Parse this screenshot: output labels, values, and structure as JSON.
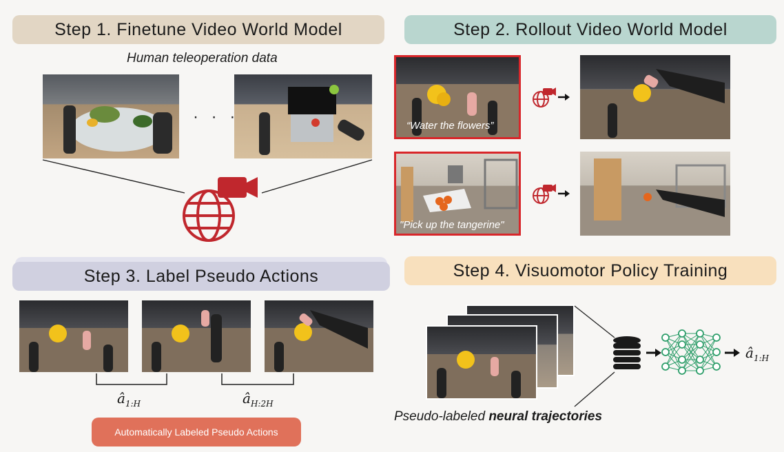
{
  "step1": {
    "title": "Step 1. Finetune Video World Model",
    "caption": "Human teleoperation data",
    "ellipsis": "· · ·",
    "header_color": "#e2d6c4"
  },
  "step2": {
    "title": "Step 2. Rollout Video World Model",
    "prompt1": "“Water the flowers”",
    "prompt2": "\"Pick up the tangerine\"",
    "header_color": "#b9d6cf",
    "frame_color": "#d8262a"
  },
  "step3": {
    "title": "Step 3. Label Pseudo Actions",
    "label1_base": "â",
    "label1_sub": "1:H",
    "label2_base": "â",
    "label2_sub": "H:2H",
    "pill_text": "Automatically Labeled Pseudo Actions",
    "header_color": "#d0d0e0",
    "pill_color": "#e0715a"
  },
  "step4": {
    "title": "Step 4. Visuomotor Policy Training",
    "output_base": "â",
    "output_sub": "1:H",
    "caption_prefix": "Pseudo-labeled ",
    "caption_bold": "neural trajectories",
    "header_color": "#f8e0bd",
    "network_color": "#2e9e6a"
  },
  "icons": {
    "world_model": "globe-camera-icon",
    "database": "database-icon",
    "network": "neural-network-icon",
    "arrow": "arrow-right-icon"
  }
}
